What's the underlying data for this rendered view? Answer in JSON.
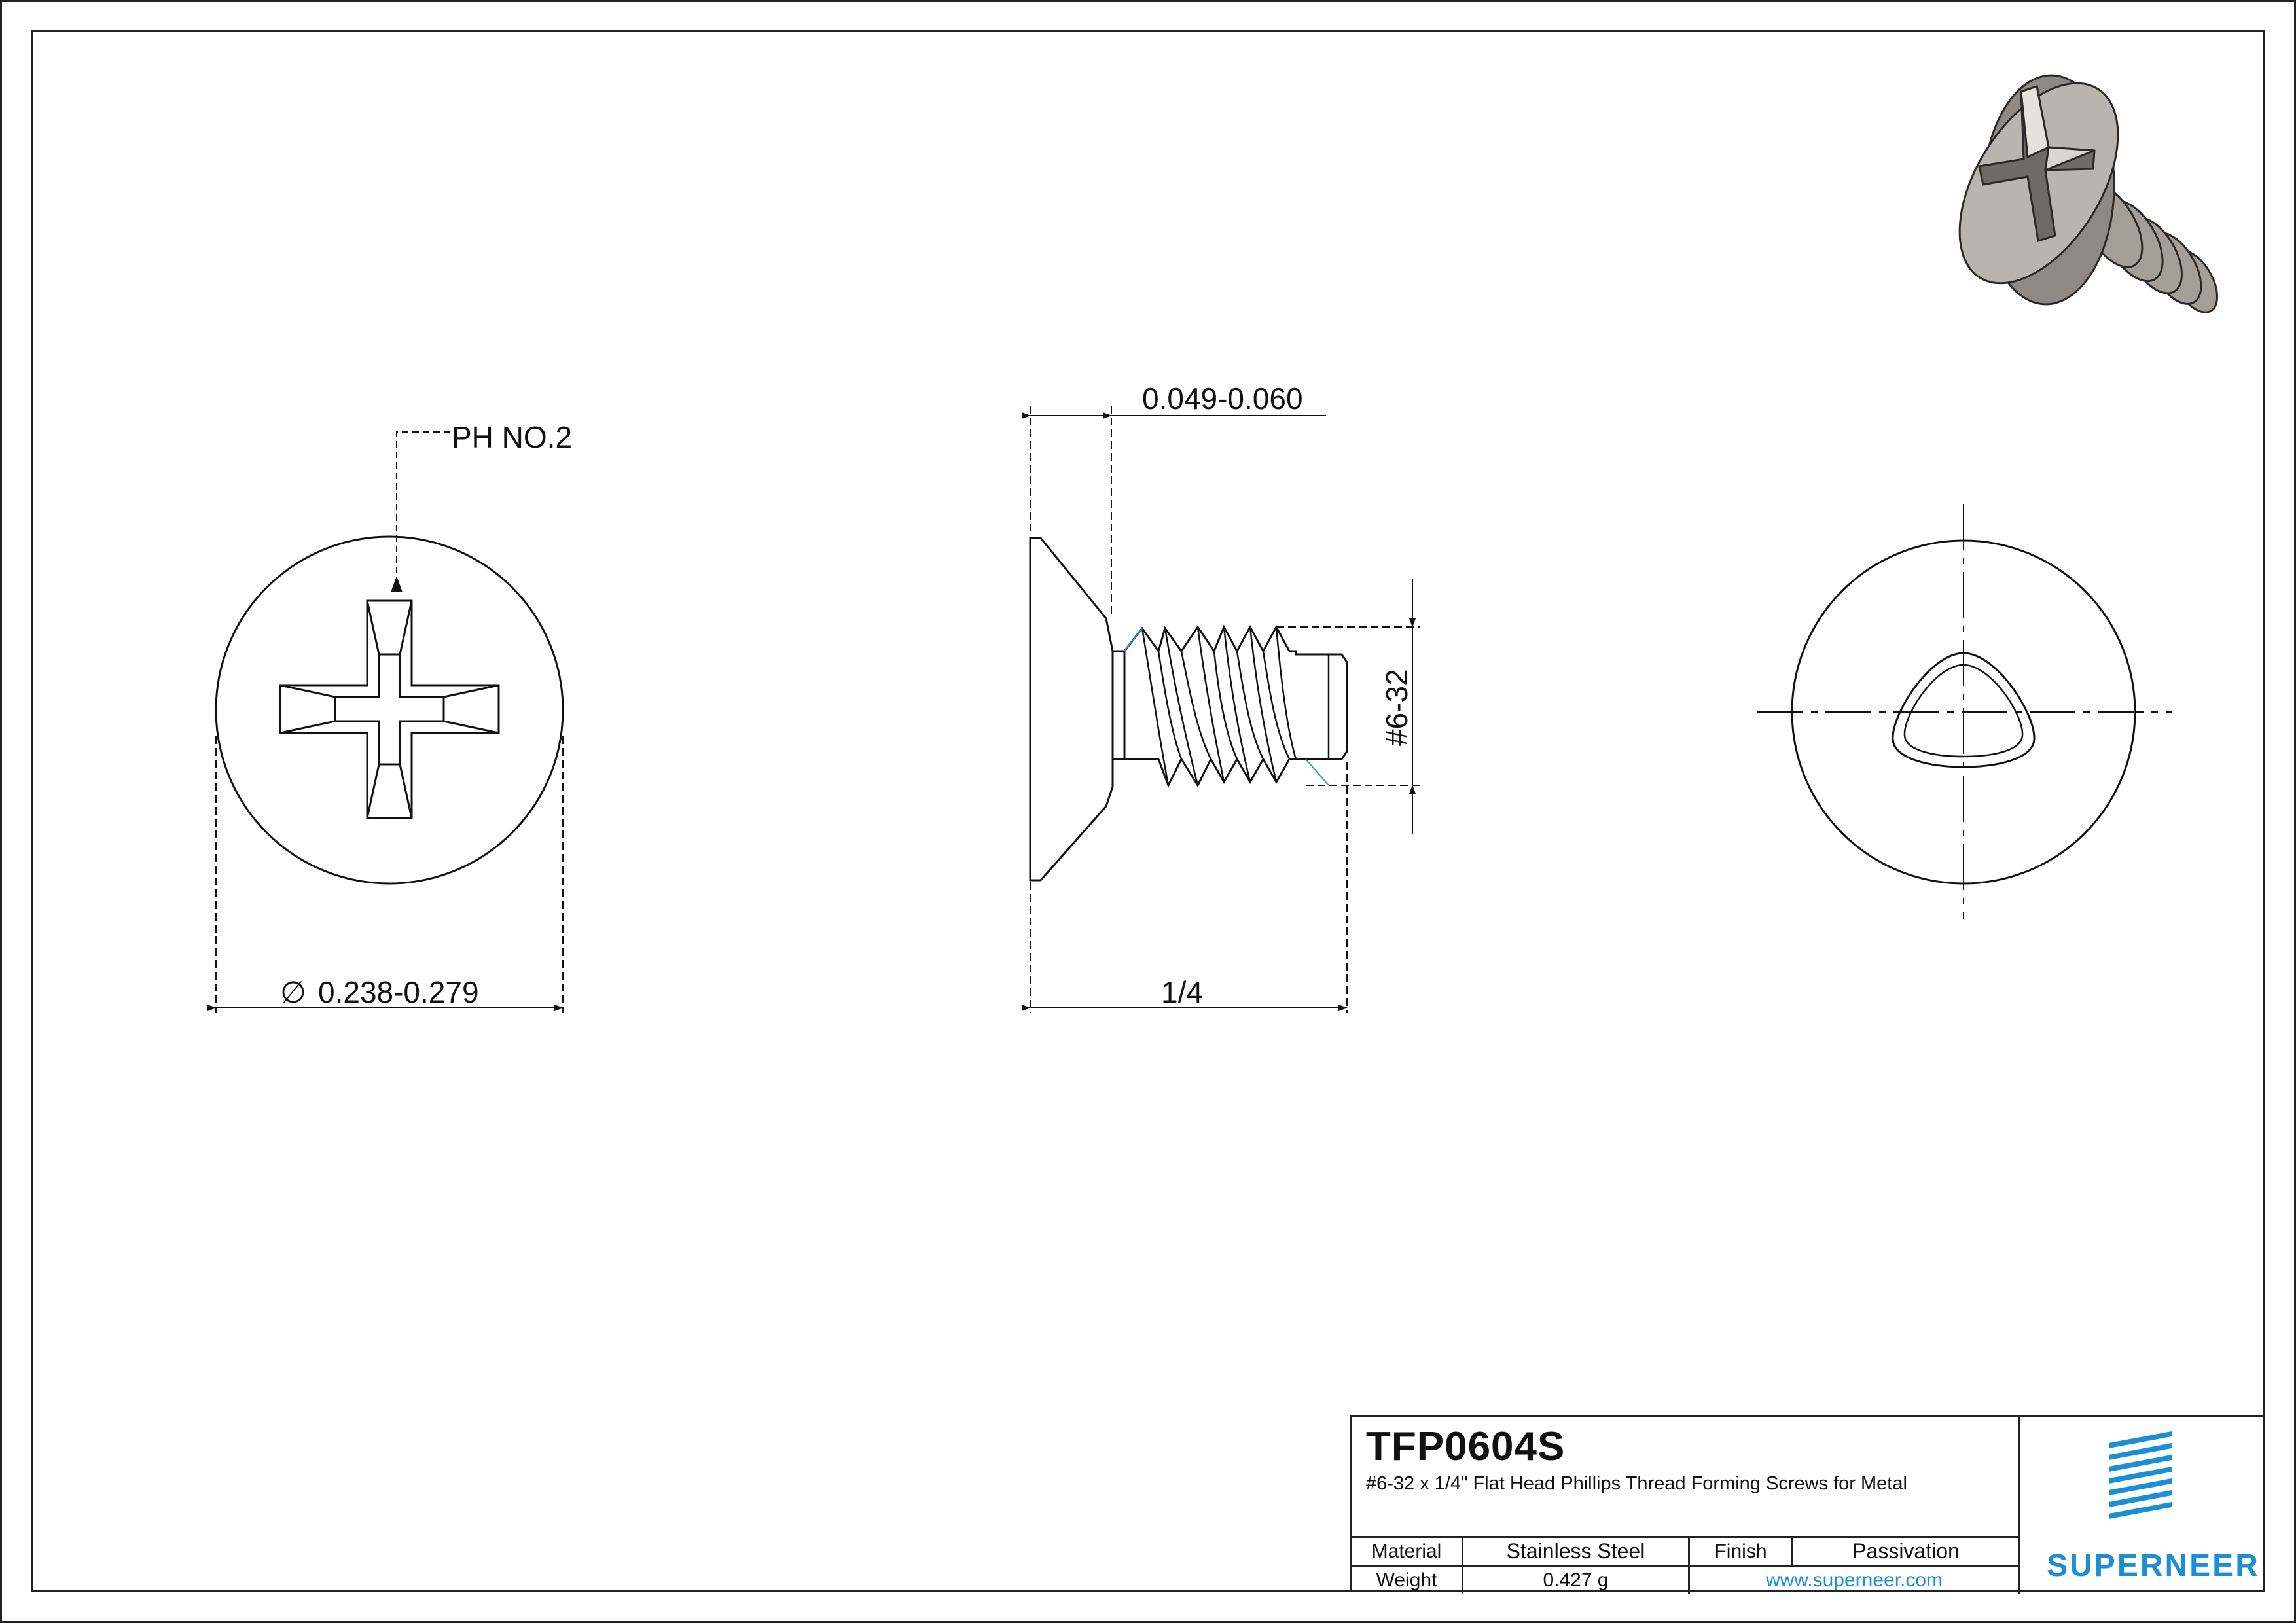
{
  "views": {
    "top": {
      "drive_callout": "PH NO.2",
      "diameter_symbol": "∅",
      "diameter_dim": "0.238-0.279"
    },
    "side": {
      "head_height_dim": "0.049-0.060",
      "thread_dim": "#6-32",
      "length_dim": "1/4"
    }
  },
  "title_block": {
    "part_number": "TFP0604S",
    "description": "#6-32 x 1/4\" Flat Head Phillips Thread Forming Screws for Metal",
    "material_label": "Material",
    "material_value": "Stainless Steel",
    "finish_label": "Finish",
    "finish_value": "Passivation",
    "weight_label": "Weight",
    "weight_value": "0.427 g",
    "website": "www.superneer.com",
    "brand": "SUPERNEER"
  },
  "colors": {
    "brand_blue": "#1a8fd6",
    "line": "#111111",
    "render_metal": "#b3aea6"
  }
}
